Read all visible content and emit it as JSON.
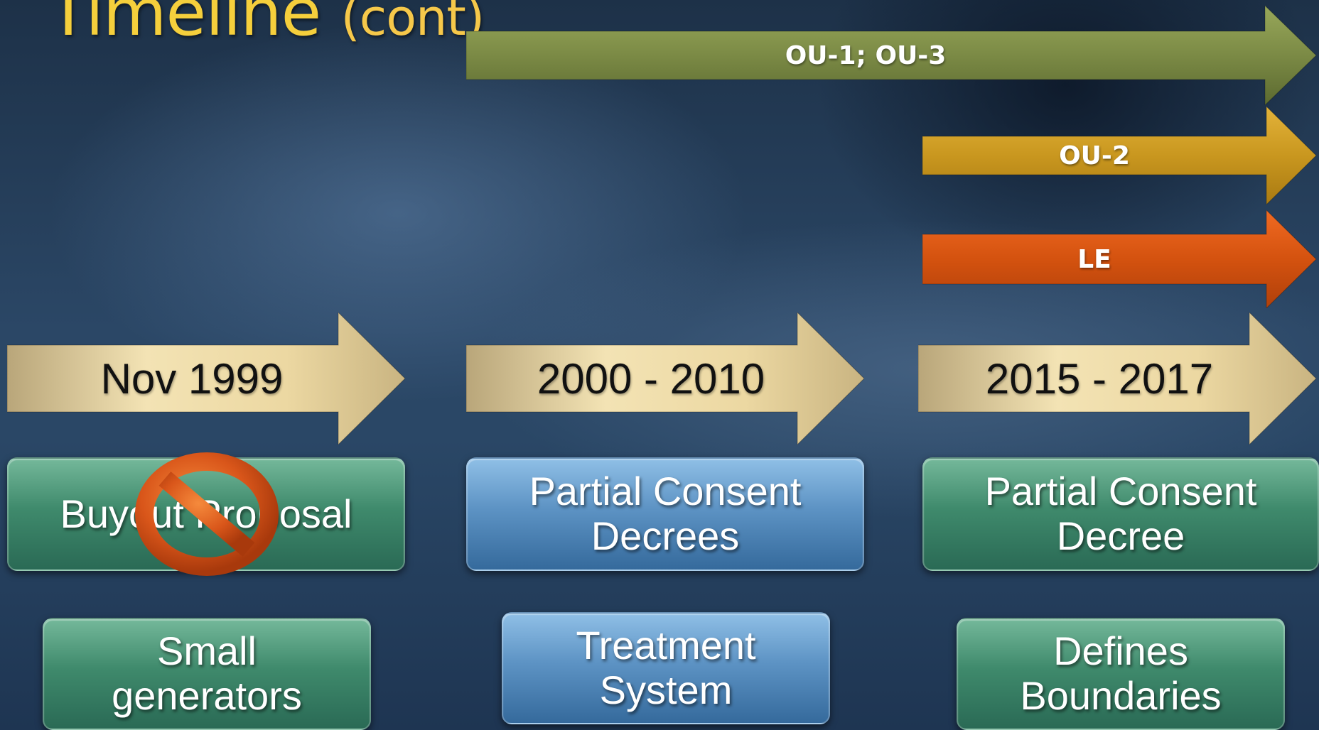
{
  "title": {
    "main": "Timeline",
    "suffix": "(cont)"
  },
  "top_arrows": [
    {
      "label": "OU-1; OU-3",
      "color": "#7b8a45"
    },
    {
      "label": "OU-2",
      "color": "#c9971f"
    },
    {
      "label": "LE",
      "color": "#d4520f"
    }
  ],
  "periods": [
    {
      "label": "Nov 1999",
      "box1": [
        "Buyout Proposal"
      ],
      "box2": [
        "Small",
        "generators"
      ],
      "box_color": "green"
    },
    {
      "label": "2000 - 2010",
      "box1": [
        "Partial Consent",
        "Decrees"
      ],
      "box2": [
        "Treatment",
        "System"
      ],
      "box_color": "blue"
    },
    {
      "label": "2015 - 2017",
      "box1": [
        "Partial Consent",
        "Decree"
      ],
      "box2": [
        "Defines",
        "Boundaries"
      ],
      "box_color": "green"
    }
  ],
  "icons": {
    "prohibited": "no-sign-icon"
  }
}
